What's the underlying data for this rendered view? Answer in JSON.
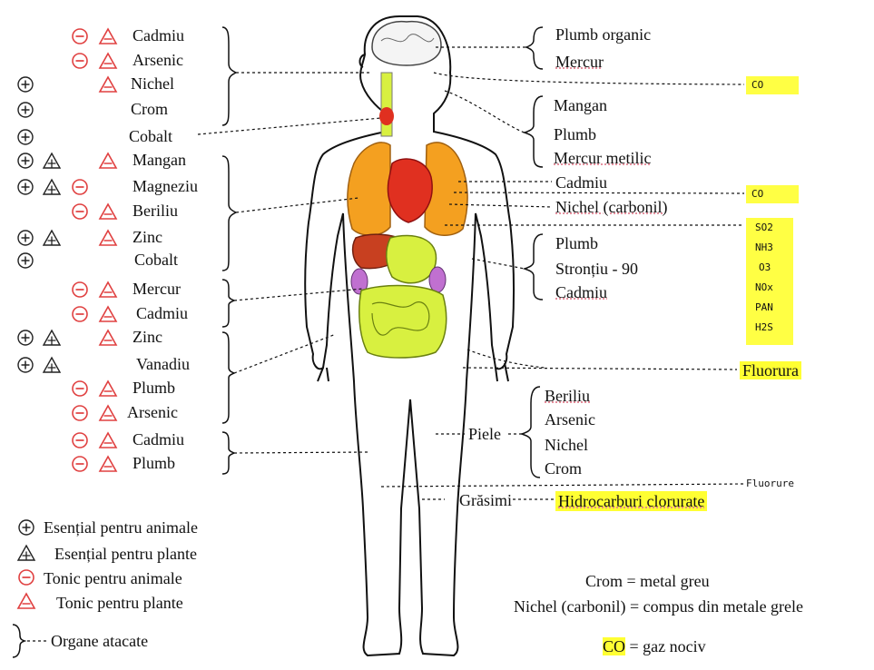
{
  "left_column": [
    {
      "label": "Cadmiu",
      "markers": [
        "tonic-animale",
        "tonic-plante"
      ]
    },
    {
      "label": "Arsenic",
      "markers": [
        "tonic-animale",
        "tonic-plante"
      ]
    },
    {
      "label": "Nichel",
      "markers": [
        "esential-animale",
        "tonic-plante"
      ]
    },
    {
      "label": "Crom",
      "markers": [
        "esential-animale"
      ]
    },
    {
      "label": "Cobalt",
      "markers": [
        "esential-animale"
      ]
    },
    {
      "label": "Mangan",
      "markers": [
        "esential-animale",
        "esential-plante",
        "tonic-plante"
      ]
    },
    {
      "label": "Magneziu",
      "markers": [
        "esential-animale",
        "esential-plante",
        "tonic-animale"
      ]
    },
    {
      "label": "Beriliu",
      "markers": [
        "tonic-animale",
        "tonic-plante"
      ]
    },
    {
      "label": "Zinc",
      "markers": [
        "esential-animale",
        "esential-plante",
        "tonic-plante"
      ]
    },
    {
      "label": "Cobalt",
      "markers": [
        "esential-animale"
      ]
    },
    {
      "label": "Mercur",
      "markers": [
        "tonic-animale",
        "tonic-plante"
      ]
    },
    {
      "label": "Cadmiu",
      "markers": [
        "tonic-animale",
        "tonic-plante"
      ]
    },
    {
      "label": "Zinc",
      "markers": [
        "esential-animale",
        "esential-plante",
        "tonic-plante"
      ]
    },
    {
      "label": "Vanadiu",
      "markers": [
        "esential-animale",
        "esential-plante"
      ]
    },
    {
      "label": "Plumb",
      "markers": [
        "tonic-animale",
        "tonic-plante"
      ]
    },
    {
      "label": "Arsenic",
      "markers": [
        "tonic-animale",
        "tonic-plante"
      ]
    },
    {
      "label": "Cadmiu",
      "markers": [
        "tonic-animale",
        "tonic-plante"
      ]
    },
    {
      "label": "Plumb",
      "markers": [
        "tonic-animale",
        "tonic-plante"
      ]
    }
  ],
  "right_groups": {
    "brain": [
      "Plumb organic",
      "Mercur"
    ],
    "nervous": [
      "Mangan",
      "Plumb",
      "Mercur metilic"
    ],
    "lungs": [
      "Cadmiu",
      "Nichel (carbonil)"
    ],
    "bones": [
      "Plumb",
      "Stronțiu - 90",
      "Cadmiu"
    ],
    "skin": [
      "Beriliu",
      "Arsenic",
      "Nichel",
      "Crom"
    ],
    "skin_label": "Piele",
    "fat_label": "Grăsimi",
    "fat_item": "Hidrocarburi clorurate"
  },
  "gases": {
    "co_top": "CO",
    "co_lungs": "CO",
    "pollutants": [
      "SO2",
      "NH3",
      "O3",
      "NOx",
      "PAN",
      "H2S"
    ],
    "fluorura": "Fluorura",
    "fluorure": "Fluorure"
  },
  "legend": {
    "esential_animale": "Esențial pentru animale",
    "esential_plante": "Esențial pentru plante",
    "tonic_animale": "Tonic pentru animale",
    "tonic_plante": "Tonic pentru plante",
    "organe": "Organe atacate"
  },
  "notes": {
    "crom": "Crom = metal greu",
    "nichel": "Nichel (carbonil) = compus din metale grele",
    "co_word": "CO",
    "co_rest": " = gaz nociv"
  },
  "colors": {
    "tonic": "#e04040",
    "highlight": "#ffff33",
    "lungs": "#f4a020",
    "heart": "#e03020",
    "intestine": "#d8f040",
    "liver": "#c84020",
    "kidney": "#c070d0"
  }
}
